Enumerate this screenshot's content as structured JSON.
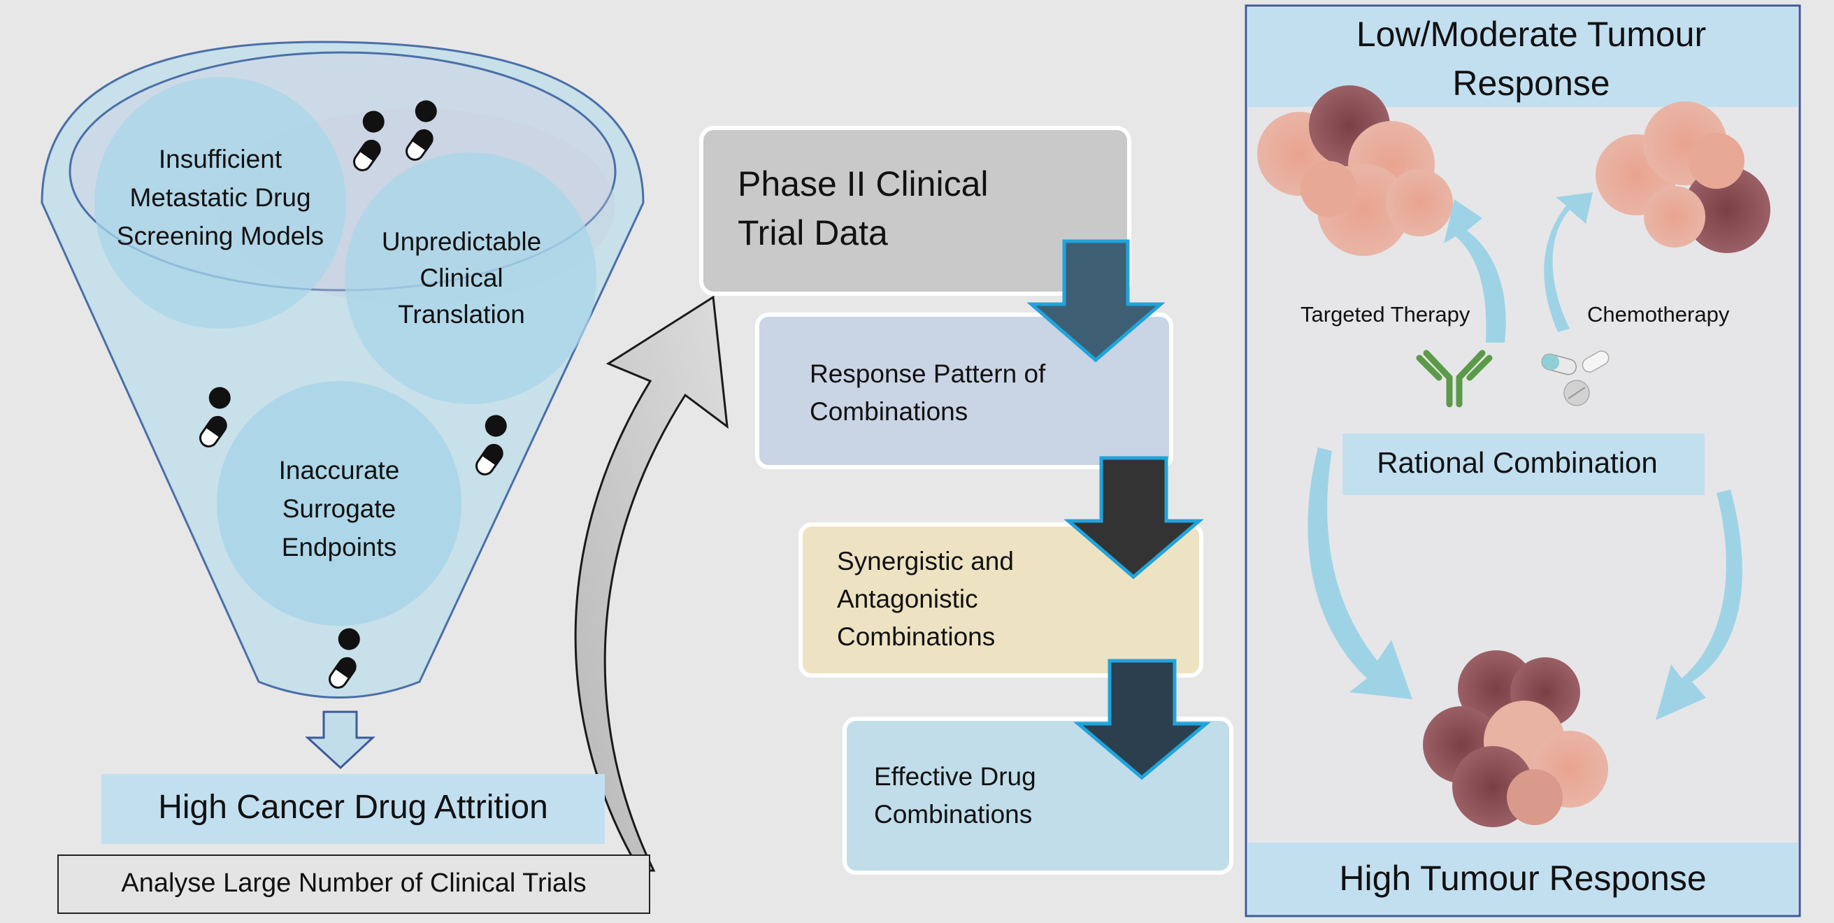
{
  "funnel": {
    "circle_insufficient": "Insufficient Metastatic Drug Screening Models",
    "circle_unpredictable": "Unpredictable Clinical Translation",
    "circle_inaccurate": "Inaccurate Surrogate Endpoints",
    "result_label": "High Cancer Drug Attrition",
    "analyse_label": "Analyse Large Number of Clinical Trials"
  },
  "flow": {
    "phase2": "Phase II Clinical Trial Data",
    "response_pattern": "Response Pattern of Combinations",
    "synergistic": "Synergistic and Antagonistic Combinations",
    "effective": "Effective Drug Combinations"
  },
  "right_panel": {
    "top_title": "Low/Moderate Tumour Response",
    "targeted_therapy": "Targeted Therapy",
    "chemotherapy": "Chemotherapy",
    "rational_combination": "Rational Combination",
    "bottom_title": "High Tumour Response"
  },
  "colors": {
    "background": "#e8e7e8",
    "funnel_fill": "#bcdde9",
    "funnel_stroke": "#4a6fa8",
    "light_blue_circle": "#a8d5e8",
    "gray_box": "#c9c9c9",
    "lavender_box": "#c9d4e4",
    "cream_box": "#ede3c2",
    "blue_box": "#c0dde9",
    "dark_arrow": "#333333",
    "teal_arrow": "#3e5e73",
    "arrow_outline": "#1fa4dc",
    "panel_border": "#3d5a9a",
    "panel_header": "#c2dff0",
    "curved_arrow": "#9ed3e6",
    "antibody_green": "#5a9a48"
  }
}
